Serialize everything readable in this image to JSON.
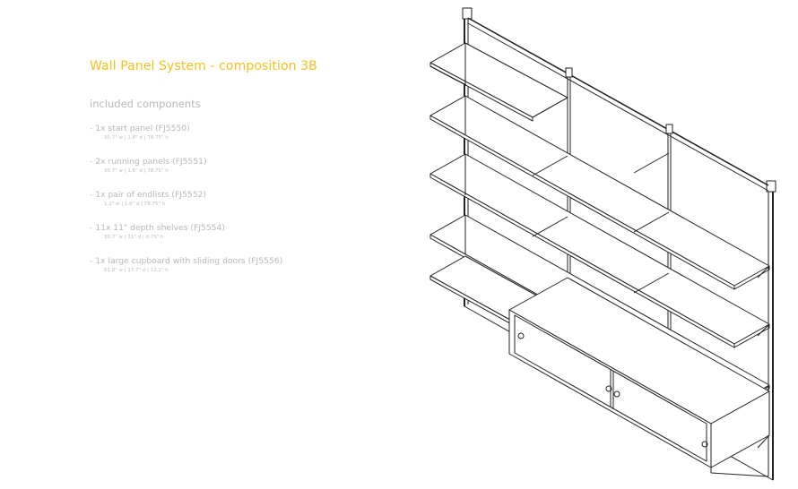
{
  "document": {
    "title": "Wall Panel System - composition 3B",
    "subtitle": "included components",
    "components": [
      {
        "name": "- 1x start panel (FJ5550)",
        "dims": "30.7\" w | 1.6\" d | 78.75\" h"
      },
      {
        "name": "- 2x running panels (FJ5551)",
        "dims": "30.7\" w | 1.6\" d | 78.75\" h"
      },
      {
        "name": "- 1x pair of endlists (FJ5552)",
        "dims": "1.1\" w | 1.6\" d | 78.75\" h"
      },
      {
        "name": "- 11x 11\" depth shelves (FJ5554)",
        "dims": "30.7\" w | 11\" d | 0.75\" h"
      },
      {
        "name": "- 1x large cupboard with sliding doors (FJ5556)",
        "dims": "61.8\" w | 17.7\" d | 12.1\" h"
      }
    ]
  },
  "colors": {
    "title": "#f2c21b",
    "text": "#b8b8b8",
    "line": "#222222",
    "panel_fill": "#ffffff"
  }
}
